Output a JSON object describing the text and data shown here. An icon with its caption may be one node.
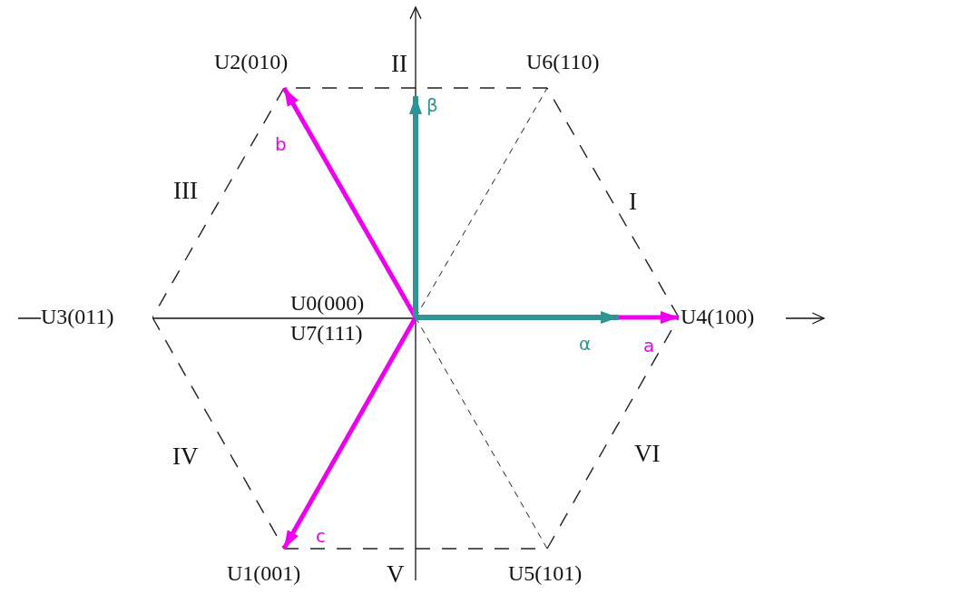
{
  "diagram": {
    "nodes": [
      {
        "text": [
          "U0(000)",
          "U7(111)"
        ]
      },
      {
        "text": [
          "U4(100)"
        ]
      },
      {
        "text": [
          "U6(110)"
        ]
      },
      {
        "text": [
          "U2(010)"
        ]
      },
      {
        "text": [
          "U3(011)"
        ]
      },
      {
        "text": [
          "U1(001)"
        ]
      },
      {
        "text": [
          "U5(101)"
        ]
      }
    ],
    "edges": [
      {
        "from": 0,
        "to": 1,
        "arrow": "to",
        "label": "a",
        "style": "thick",
        "color": "#ee00ee"
      },
      {
        "from": 0,
        "to": 3,
        "arrow": "to",
        "label": "b",
        "style": "thick",
        "color": "#ee00ee"
      },
      {
        "from": 0,
        "to": 5,
        "arrow": "to",
        "label": "c",
        "style": "thick",
        "color": "#ee00ee"
      },
      {
        "from": 0,
        "to": null,
        "arrow": "to",
        "label": "α",
        "style": "thick",
        "color": "#2e9494"
      },
      {
        "from": 0,
        "to": null,
        "arrow": "to",
        "label": "β",
        "style": "thick",
        "color": "#2e9494"
      },
      {
        "from": 1,
        "to": 2,
        "arrow": "none",
        "style": "dashed"
      },
      {
        "from": 2,
        "to": 3,
        "arrow": "none",
        "style": "dashed"
      },
      {
        "from": 3,
        "to": 4,
        "arrow": "none",
        "style": "dashed"
      },
      {
        "from": 4,
        "to": 5,
        "arrow": "none",
        "style": "dashed"
      },
      {
        "from": 5,
        "to": 6,
        "arrow": "none",
        "style": "dashed"
      },
      {
        "from": 6,
        "to": 1,
        "arrow": "none",
        "style": "dashed"
      },
      {
        "from": 0,
        "to": 2,
        "arrow": "none",
        "style": "dashed"
      },
      {
        "from": 0,
        "to": 6,
        "arrow": "none",
        "style": "dashed"
      }
    ],
    "labels": [
      "II",
      "III",
      "I",
      "IV",
      "VI",
      "V"
    ]
  }
}
